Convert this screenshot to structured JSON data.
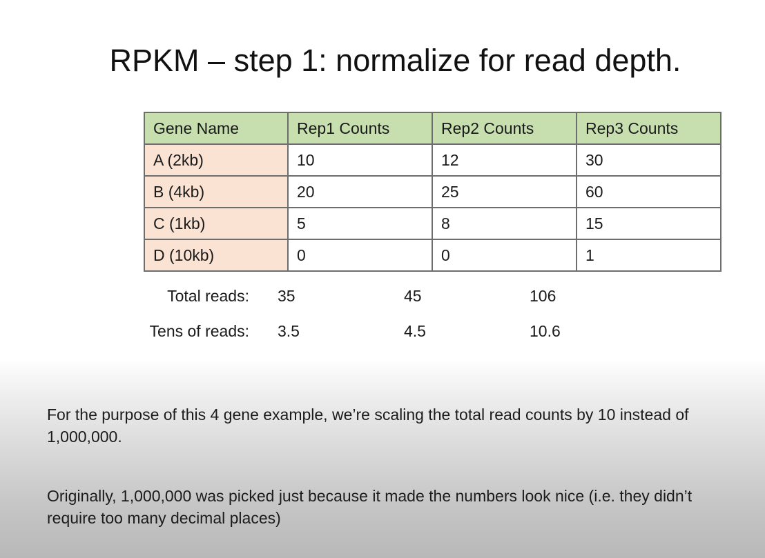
{
  "slide": {
    "title": "RPKM – step 1: normalize for read depth."
  },
  "table": {
    "headers": [
      "Gene Name",
      "Rep1 Counts",
      "Rep2 Counts",
      "Rep3 Counts"
    ],
    "rows": [
      [
        "A (2kb)",
        "10",
        "12",
        "30"
      ],
      [
        "B (4kb)",
        "20",
        "25",
        "60"
      ],
      [
        "C (1kb)",
        "5",
        "8",
        "15"
      ],
      [
        "D (10kb)",
        "0",
        "0",
        "1"
      ]
    ],
    "header_color": "#c7dfae",
    "gene_column_color": "#fbe3d4"
  },
  "summary": {
    "total_reads": {
      "label": "Total reads:",
      "values": [
        "35",
        "45",
        "106"
      ]
    },
    "tens_of_reads": {
      "label": "Tens of reads:",
      "values": [
        "3.5",
        "4.5",
        "10.6"
      ]
    }
  },
  "notes": [
    "For the purpose of this 4 gene example, we’re scaling the total read counts by 10 instead of 1,000,000.",
    "Originally, 1,000,000 was picked just because it made the numbers look nice (i.e. they didn’t require too many decimal places)"
  ]
}
